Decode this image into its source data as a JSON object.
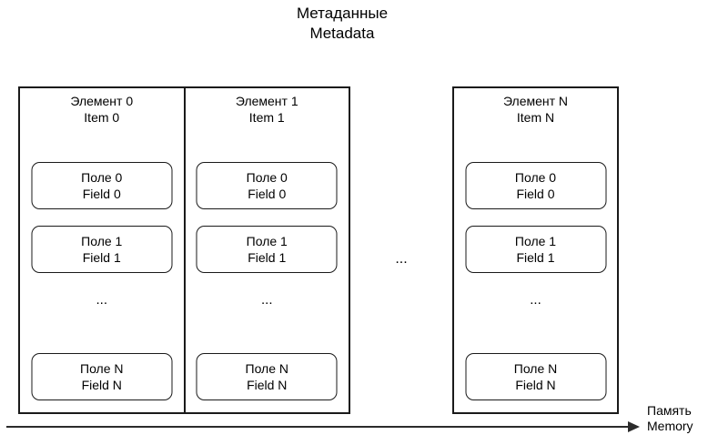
{
  "title": {
    "ru": "Метаданные",
    "en": "Metadata"
  },
  "items": [
    {
      "name_ru": "Элемент 0",
      "name_en": "Item 0",
      "ellipsis": "...",
      "fields": [
        {
          "ru": "Поле 0",
          "en": "Field 0"
        },
        {
          "ru": "Поле 1",
          "en": "Field 1"
        },
        {
          "ru": "Поле N",
          "en": "Field N"
        }
      ]
    },
    {
      "name_ru": "Элемент 1",
      "name_en": "Item 1",
      "ellipsis": "...",
      "fields": [
        {
          "ru": "Поле 0",
          "en": "Field 0"
        },
        {
          "ru": "Поле 1",
          "en": "Field 1"
        },
        {
          "ru": "Поле N",
          "en": "Field N"
        }
      ]
    },
    {
      "name_ru": "Элемент N",
      "name_en": "Item N",
      "ellipsis": "...",
      "fields": [
        {
          "ru": "Поле 0",
          "en": "Field 0"
        },
        {
          "ru": "Поле 1",
          "en": "Field 1"
        },
        {
          "ru": "Поле N",
          "en": "Field N"
        }
      ]
    }
  ],
  "between_items_ellipsis": "...",
  "axis": {
    "label_ru": "Память",
    "label_en": "Memory"
  },
  "colors": {
    "ink": "#000000",
    "line": "#2b2b2b",
    "background": "#ffffff"
  }
}
